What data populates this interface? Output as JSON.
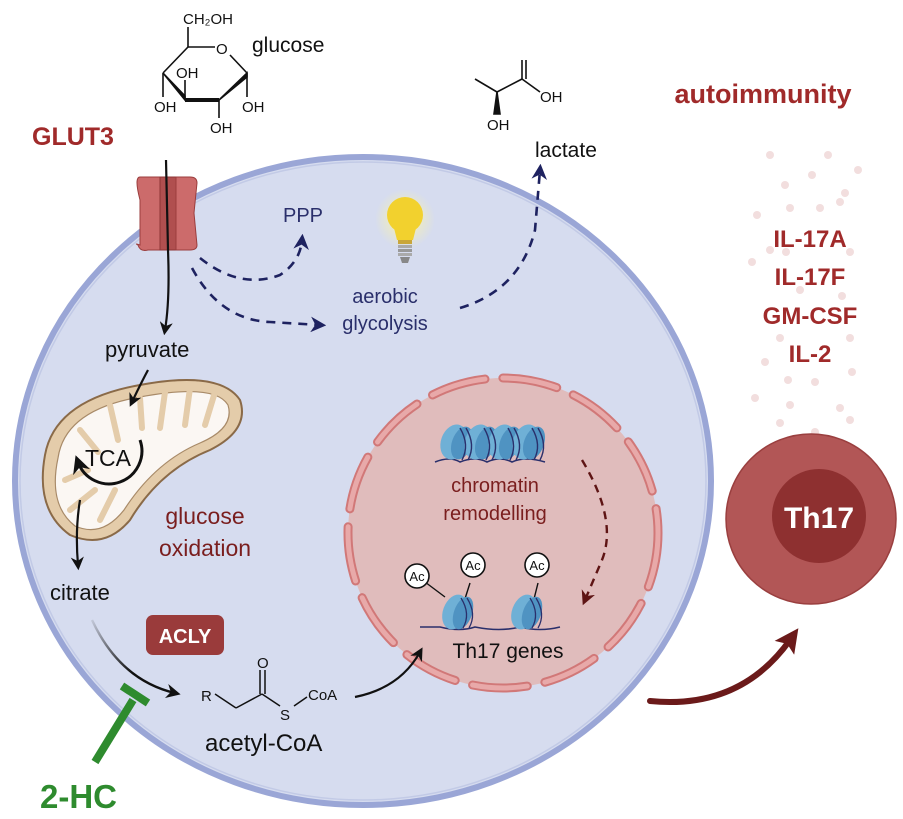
{
  "figure": {
    "type": "pathway-diagram",
    "title": "Glucose metabolism drives Th17 cell pathogenicity"
  },
  "molecules": {
    "glucose": {
      "label": "glucose",
      "formula_groups": [
        "CH₂OH",
        "O",
        "OH",
        "OH",
        "OH",
        "OH"
      ]
    },
    "lactate": {
      "label": "lactate",
      "formula_groups": [
        "OH",
        "OH"
      ]
    },
    "acetyl_coa": {
      "label": "acetyl-CoA",
      "formula_groups": [
        "R",
        "O",
        "S",
        "CoA"
      ]
    }
  },
  "transporter": {
    "label": "GLUT3"
  },
  "cytoplasm": {
    "pyruvate": "pyruvate",
    "ppp": "PPP",
    "aerobic_glycolysis": [
      "aerobic",
      "glycolysis"
    ],
    "tca": "TCA",
    "glucose_oxidation": [
      "glucose",
      "oxidation"
    ],
    "citrate": "citrate",
    "enzyme": "ACLY"
  },
  "inhibitor": {
    "label": "2-HC"
  },
  "nucleus": {
    "chromatin_label": [
      "chromatin",
      "remodelling"
    ],
    "acetyl_marks": [
      "Ac",
      "Ac",
      "Ac"
    ],
    "genes_label": "Th17 genes"
  },
  "outcome": {
    "title": "autoimmunity",
    "cytokines": [
      "IL-17A",
      "IL-17F",
      "GM-CSF",
      "IL-2"
    ],
    "cell_label": "Th17"
  },
  "colors": {
    "cell_fill": "#d6dcef",
    "cell_membrane": "#9aa6d6",
    "nucleus_fill": "#e0bcbc",
    "nuclear_envelope": "#c96b6b",
    "accent_red": "#a02a2a",
    "navy": "#2a2f6b",
    "maroon": "#7a1e1e",
    "inhibitor_green": "#2e8b2e",
    "mito_fill": "#e4ccaa",
    "nucleosome": "#6fb0d6",
    "bulb": "#f2d12e"
  }
}
